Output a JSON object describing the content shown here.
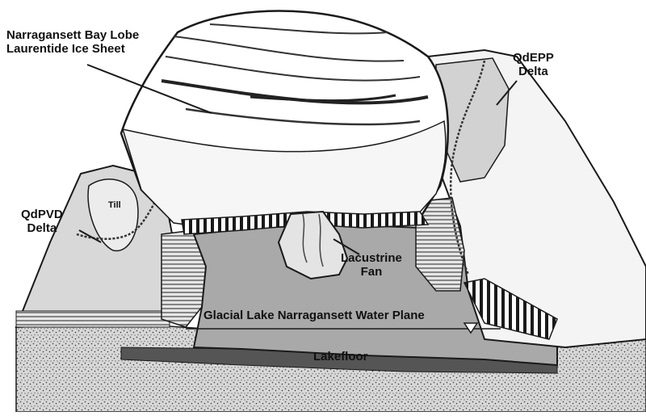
{
  "labels": {
    "ice_sheet_line1": "Narragansett Bay Lobe",
    "ice_sheet_line2": "Laurentide Ice Sheet",
    "qdepp_line1": "QdEPP",
    "qdepp_line2": "Delta",
    "qdpvd_line1": "QdPVD",
    "qdpvd_line2": "Delta",
    "till": "Till",
    "fan_line1": "Lacustrine",
    "fan_line2": "Fan",
    "water_plane": "Glacial Lake Narragansett Water Plane",
    "lakefloor": "Lakefloor"
  },
  "colors": {
    "ice": "#ffffff",
    "outline": "#1a1a1a",
    "lake": "#a9a9a9",
    "delta": "#d2d2d2",
    "bedrock": "#c4c4c4"
  }
}
